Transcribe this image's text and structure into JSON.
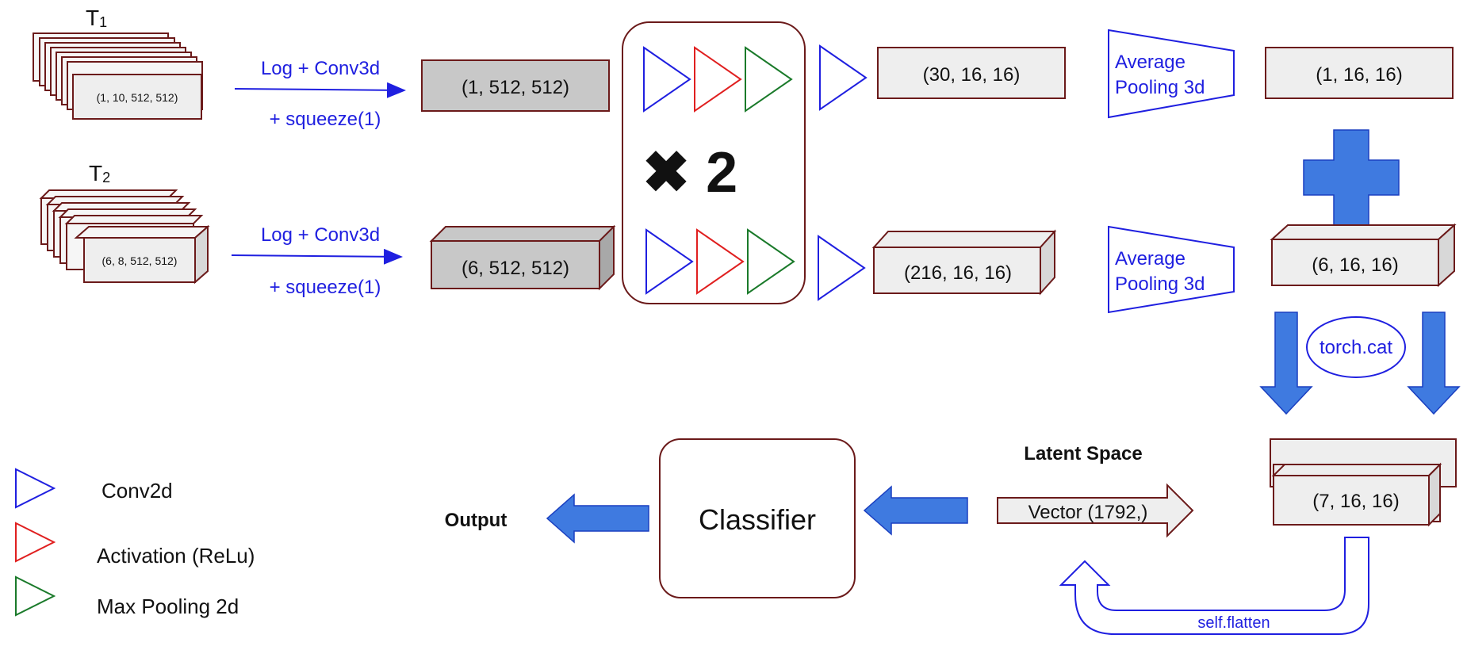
{
  "inputs": {
    "t1_label": "T",
    "t1_sub": "1",
    "t1_shape": "(1, 10, 512, 512)",
    "t2_label": "T",
    "t2_sub": "2",
    "t2_shape": "(6, 8, 512, 512)"
  },
  "ops": {
    "log_conv_1": "Log + Conv3d",
    "squeeze_1": "+ squeeze(1)",
    "log_conv_2": "Log + Conv3d",
    "squeeze_2": "+ squeeze(1)",
    "repeat": "✖ 2",
    "avg_pool_1_line1": "Average",
    "avg_pool_1_line2": "Pooling 3d",
    "avg_pool_2_line1": "Average",
    "avg_pool_2_line2": "Pooling 3d",
    "torch_cat": "torch.cat",
    "self_flatten": "self.flatten"
  },
  "tensors": {
    "conv_out_1": "(1, 512, 512)",
    "conv_out_2": "(6, 512, 512)",
    "feat_1": "(30, 16, 16)",
    "feat_2": "(216, 16,  16)",
    "pool_1": "(1, 16, 16)",
    "pool_2": "(6, 16, 16)",
    "cat": "(7, 16, 16)",
    "vector": "Vector (1792,)"
  },
  "labels": {
    "latent_space": "Latent Space",
    "classifier": "Classifier",
    "output": "Output"
  },
  "legend": {
    "conv2d": "Conv2d",
    "activation": "Activation (ReLu)",
    "maxpool": "Max Pooling 2d"
  },
  "colors": {
    "conv": "#1f1fe0",
    "activation": "#e01f1f",
    "maxpool": "#1a7a2a",
    "arrow_fill": "#3f7ae0",
    "border": "#6b1a1a"
  }
}
